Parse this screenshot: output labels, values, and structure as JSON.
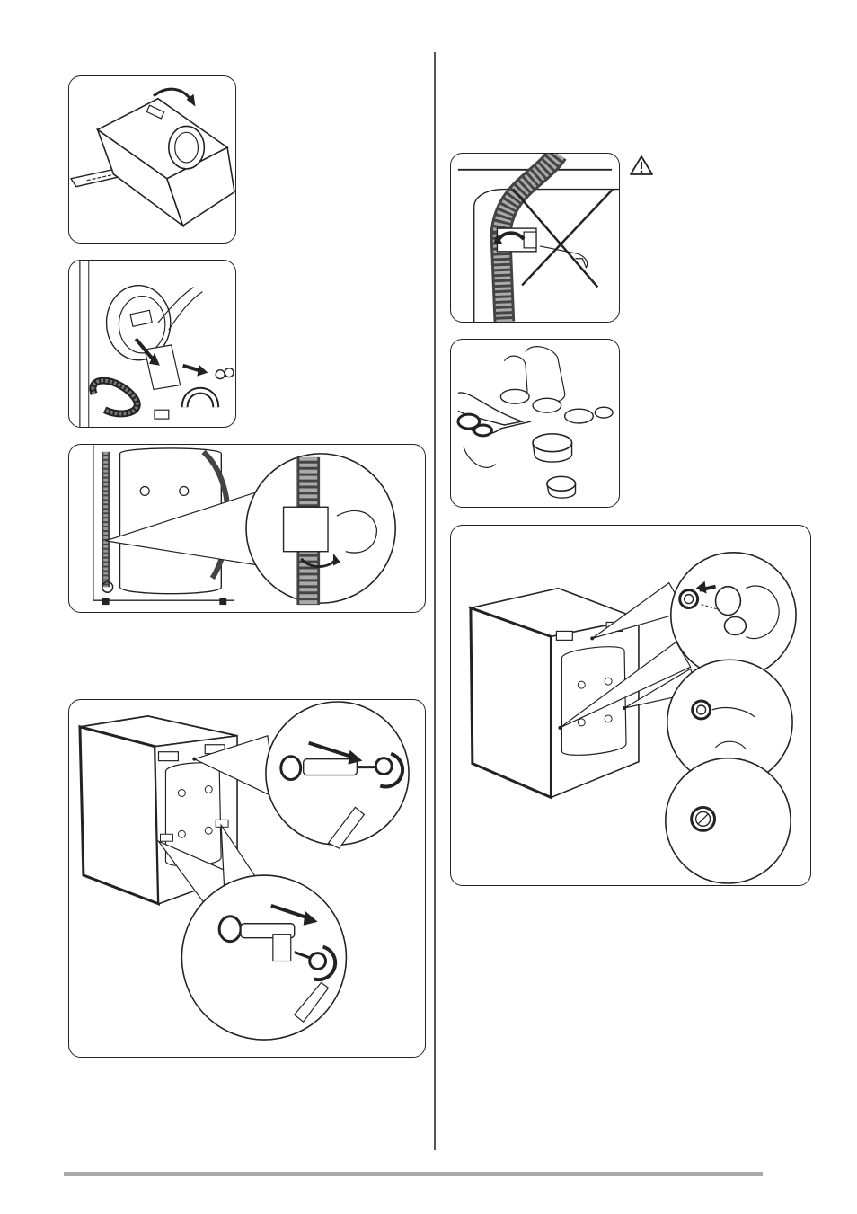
{
  "page": {
    "title": "",
    "figures": [
      {
        "id": "fig-tilt-machine",
        "icon": "tilt-machine-illustration"
      },
      {
        "id": "fig-remove-packaging",
        "icon": "remove-polystyrene-illustration"
      },
      {
        "id": "fig-hose-clip",
        "icon": "hose-clip-illustration"
      },
      {
        "id": "fig-remove-transit-bolts",
        "icon": "transit-bolt-illustration"
      },
      {
        "id": "fig-hose-do-not-cut",
        "icon": "do-not-cut-hose-illustration"
      },
      {
        "id": "fig-cut-plastic-caps",
        "icon": "scissors-caps-illustration"
      },
      {
        "id": "fig-insert-caps",
        "icon": "insert-caps-illustration"
      }
    ],
    "warning_icon": "warning-triangle-icon",
    "colors": {
      "line": "#222222",
      "divider": "#555555",
      "footer_rule": "#a9a9a9"
    }
  }
}
